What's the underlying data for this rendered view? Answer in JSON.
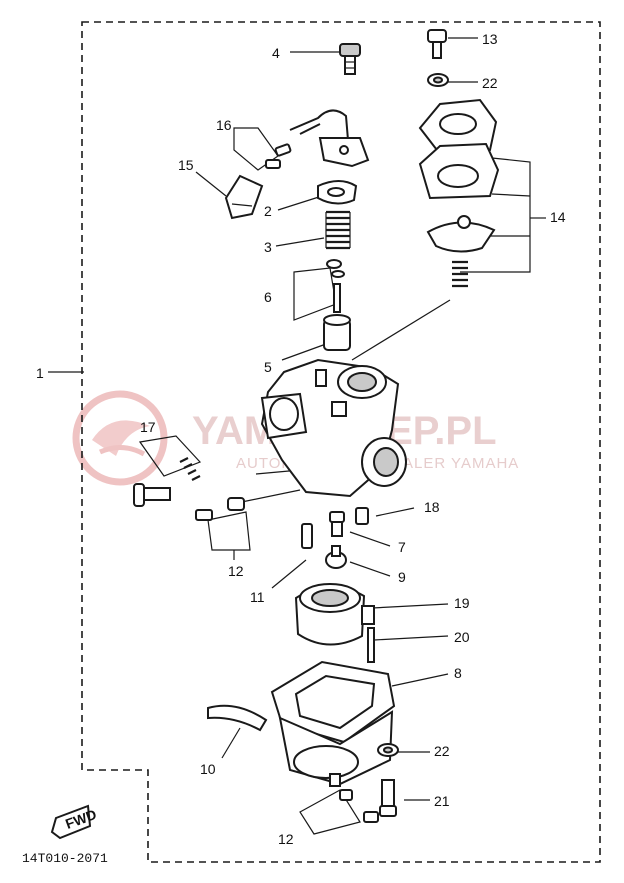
{
  "watermark": {
    "brand": "YAMASKLEP.PL",
    "tagline": "AUTORYZOWANY DEALER YAMAHA"
  },
  "diagram_code": "14T010-2071",
  "fwd_label": "FWD",
  "callouts": [
    {
      "id": "c4",
      "text": "4"
    },
    {
      "id": "c13",
      "text": "13"
    },
    {
      "id": "c22a",
      "text": "22"
    },
    {
      "id": "c16",
      "text": "16"
    },
    {
      "id": "c15",
      "text": "15"
    },
    {
      "id": "c2",
      "text": "2"
    },
    {
      "id": "c14",
      "text": "14"
    },
    {
      "id": "c3",
      "text": "3"
    },
    {
      "id": "c6",
      "text": "6"
    },
    {
      "id": "c5",
      "text": "5"
    },
    {
      "id": "c1",
      "text": "1"
    },
    {
      "id": "c17",
      "text": "17"
    },
    {
      "id": "c18",
      "text": "18"
    },
    {
      "id": "c7",
      "text": "7"
    },
    {
      "id": "c12a",
      "text": "12"
    },
    {
      "id": "c9",
      "text": "9"
    },
    {
      "id": "c11",
      "text": "11"
    },
    {
      "id": "c19",
      "text": "19"
    },
    {
      "id": "c20",
      "text": "20"
    },
    {
      "id": "c8",
      "text": "8"
    },
    {
      "id": "c10",
      "text": "10"
    },
    {
      "id": "c22b",
      "text": "22"
    },
    {
      "id": "c21",
      "text": "21"
    },
    {
      "id": "c12b",
      "text": "12"
    }
  ]
}
